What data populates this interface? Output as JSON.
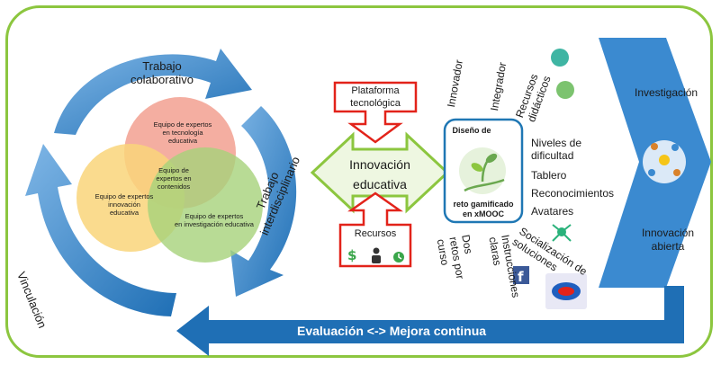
{
  "cycle": {
    "top_label": "Trabajo\ncolaborativo",
    "right_label": "Trabajo\ninterdisciplinario",
    "left_label": "Vinculación"
  },
  "venn": {
    "red": "Equipo de expertos\nen tecnología\neducativa",
    "yellow": "Equipo de expertos\ninnovación\neducativa",
    "green": "Equipo de expertos\nen investigación educativa",
    "center": "Equipo de\nexpertos en\ncontenidos"
  },
  "center": {
    "plataforma": "Plataforma\ntecnológica",
    "innovacion": "Innovación\neducativa",
    "recursos": "Recursos"
  },
  "design": {
    "title": "Diseño de",
    "subtitle": "reto gamificado\nen xMOOC"
  },
  "rotated_top": [
    "Innovador",
    "Integrador",
    "Recursos\ndidácticos"
  ],
  "features": [
    "Niveles de\ndificultad",
    "Tablero",
    "Reconocimientos",
    "Avatares"
  ],
  "rotated_bottom": [
    "Dos\nretos por\ncurso",
    "Instrucciones\nclaras",
    "Socialización de\nsoluciones"
  ],
  "outcomes": {
    "investigacion": "Investigación",
    "innovacion_abierta": "Innovación\nabierta"
  },
  "footer": "Evaluación <-> Mejora continua",
  "colors": {
    "frame": "#8cc63f",
    "arrow_blue": "#2f7fc1",
    "green": "#8cc63f",
    "red": "#e2231a"
  }
}
